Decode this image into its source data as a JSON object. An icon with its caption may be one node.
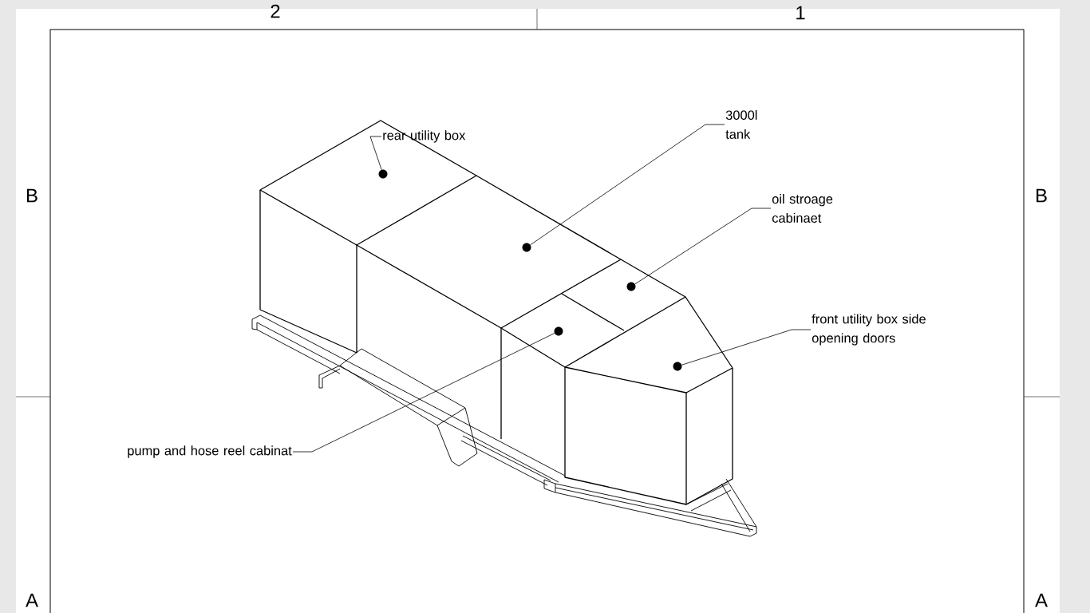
{
  "diagram": {
    "nodes": [
      {
        "text": [
          "3000l tank"
        ]
      },
      {
        "text": [
          "rear utility box"
        ]
      },
      {
        "text": [
          "oil stroage cabinaet"
        ]
      },
      {
        "text": [
          "front utility box side opening doors"
        ]
      },
      {
        "text": [
          "pump and hose reel cabinat"
        ]
      },
      {
        "text": [],
        "shape": "circle"
      },
      {
        "text": [],
        "shape": "circle"
      },
      {
        "text": [],
        "shape": "circle"
      },
      {
        "text": [],
        "shape": "circle"
      },
      {
        "text": [],
        "shape": "circle"
      }
    ],
    "edges": [
      {
        "from": 0,
        "to": 5,
        "arrow": "none"
      },
      {
        "from": 1,
        "to": 6,
        "arrow": "none"
      },
      {
        "from": 2,
        "to": 7,
        "arrow": "none"
      },
      {
        "from": 3,
        "to": 8,
        "arrow": "none"
      },
      {
        "from": 4,
        "to": 9,
        "arrow": "none"
      }
    ],
    "labels": [
      "2",
      "1",
      "B",
      "B",
      "A",
      "A"
    ]
  }
}
